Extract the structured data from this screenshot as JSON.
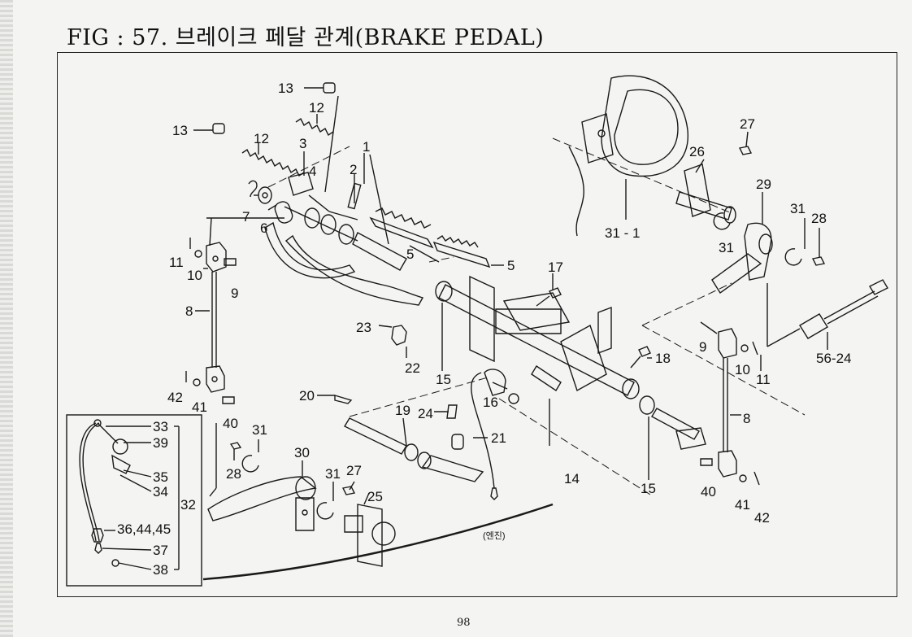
{
  "title": "FIG : 57. 브레이크 페달 관계(BRAKE PEDAL)",
  "page_number": "98",
  "engine_label": "(엔진)",
  "callouts": {
    "p13a": "13",
    "p12a": "12",
    "p13b": "13",
    "p12b": "12",
    "p3": "3",
    "p4": "4",
    "p1": "1",
    "p2": "2",
    "p7": "7",
    "p6": "6",
    "p5a": "5",
    "p5b": "5",
    "p11a": "11",
    "p10a": "10",
    "p9a": "9",
    "p8a": "8",
    "p17": "17",
    "p23": "23",
    "p22": "22",
    "p15a": "15",
    "p16": "16",
    "p20": "20",
    "p19": "19",
    "p24": "24",
    "p21": "21",
    "p14": "14",
    "p15b": "15",
    "p18": "18",
    "p42a": "42",
    "p41a": "41",
    "p40a": "40",
    "p31a": "31",
    "p28a": "28",
    "p30": "30",
    "p31b": "31",
    "p27a": "27",
    "p25": "25",
    "p27b": "27",
    "p26": "26",
    "p29": "29",
    "p31c": "31",
    "p28b": "28",
    "p31d": "31",
    "p31_1": "31 - 1",
    "p9b": "9",
    "p10b": "10",
    "p11b": "11",
    "p56_24": "56-24",
    "p8b": "8",
    "p40b": "40",
    "p41b": "41",
    "p42b": "42",
    "p33": "33",
    "p39": "39",
    "p35": "35",
    "p34": "34",
    "p32": "32",
    "p36": "36,44,45",
    "p37": "37",
    "p38": "38"
  }
}
